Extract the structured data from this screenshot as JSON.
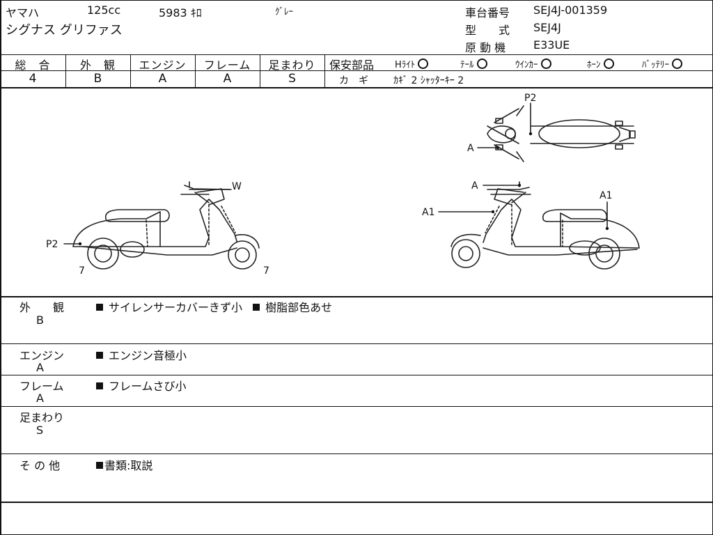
{
  "header": {
    "maker": "ヤマハ",
    "displacement": "125cc",
    "mileage": "5983 ｷﾛ",
    "color": "ｸﾞﾚｰ",
    "model_name": "シグナス グリファス",
    "frame_no_label": "車台番号",
    "frame_no": "SEJ4J-001359",
    "type_label": "型　　式",
    "type_value": "SEJ4J",
    "engine_label": "原 動 機",
    "engine_value": "E33UE"
  },
  "grades": {
    "total": {
      "label": "総　合",
      "value": "4"
    },
    "exterior": {
      "label": "外　観",
      "value": "B"
    },
    "engine": {
      "label": "エンジン",
      "value": "A"
    },
    "frame": {
      "label": "フレーム",
      "value": "A"
    },
    "suspension": {
      "label": "足まわり",
      "value": "S"
    }
  },
  "safety": {
    "label": "保安部品",
    "items": [
      "Hﾗｲﾄ",
      "ﾃｰﾙ",
      "ｳｲﾝｶｰ",
      "ﾎｰﾝ",
      "ﾊﾞｯﾃﾘｰ"
    ],
    "key_label": "カ　ギ",
    "key_value": "ｶｷﾞ 2 ｼｬｯﾀｰｷｰ 2"
  },
  "diagram_labels": {
    "w": "W",
    "p2_left": "P2",
    "seven_left": "7",
    "seven_right": "7",
    "a_top_right": "A",
    "a1_side": "A1",
    "a1_right": "A1",
    "p2_top": "P2",
    "a_top_view": "A"
  },
  "remarks": [
    {
      "label": "外　　観",
      "grade": "B",
      "note": "サイレンサーカバーきず小",
      "note2": "樹脂部色あせ"
    },
    {
      "label": "エンジン",
      "grade": "A",
      "note": "エンジン音極小",
      "note2": ""
    },
    {
      "label": "フレーム",
      "grade": "A",
      "note": "フレームさび小",
      "note2": ""
    },
    {
      "label": "足まわり",
      "grade": "S",
      "note": "",
      "note2": ""
    },
    {
      "label": "そ の 他",
      "grade": "",
      "note": "書類:取説",
      "note2": ""
    }
  ]
}
